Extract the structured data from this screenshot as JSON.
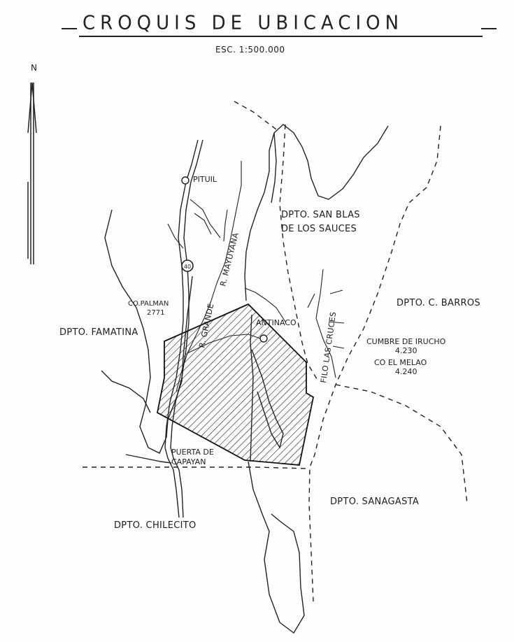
{
  "title": "CROQUIS DE UBICACION",
  "scale": "ESC. 1:500.000",
  "north": "N",
  "places": {
    "pituil": "PITUIL",
    "antinaco": "ANTINACO",
    "puerta_line1": "PUERTA DE",
    "puerta_line2": "CAPAYAN"
  },
  "departments": {
    "san_blas_line1": "DPTO. SAN BLAS",
    "san_blas_line2": "DE LOS SAUCES",
    "c_barros": "DPTO. C. BARROS",
    "famatina": "DPTO. FAMATINA",
    "sanagasta": "DPTO. SANAGASTA",
    "chilecito": "DPTO. CHILECITO"
  },
  "peaks": {
    "palman_name": "CO.PALMAN",
    "palman_alt": "2771",
    "irucho_name": "CUMBRE DE IRUCHO",
    "irucho_alt": "4.230",
    "melao_name": "CO EL MELAO",
    "melao_alt": "4.240"
  },
  "rivers": {
    "mayuyana": "R. MAYUYANA",
    "grande": "R. GRANDE",
    "filo": "FILO LAS CRUCES"
  },
  "route_number": "40"
}
